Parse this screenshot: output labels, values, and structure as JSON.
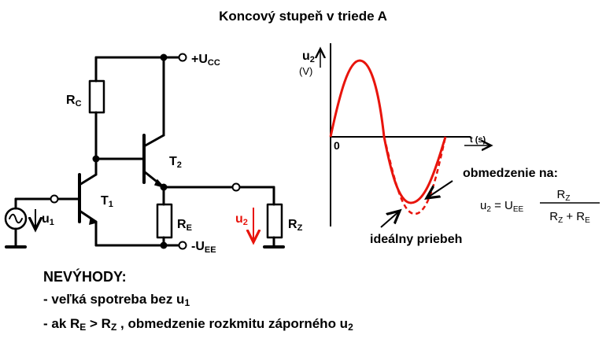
{
  "title": "Koncový stupeň v triede A",
  "circuit": {
    "vcc_label": "+U",
    "vcc_sub": "CC",
    "vee_label": "-U",
    "vee_sub": "EE",
    "rc_label": "R",
    "rc_sub": "C",
    "re_label": "R",
    "re_sub": "E",
    "rz_label": "R",
    "rz_sub": "Z",
    "t1_label": "T",
    "t1_sub": "1",
    "t2_label": "T",
    "t2_sub": "2",
    "u1_label": "u",
    "u1_sub": "1",
    "u2_label": "u",
    "u2_sub": "2"
  },
  "graph": {
    "y_label": "u",
    "y_sub": "2",
    "y_unit": "(V)",
    "origin_label": "0",
    "x_label": "t (s)",
    "limit_label": "obmedzenie na:",
    "ideal_label": "ideálny priebeh",
    "formula": {
      "lhs": "u",
      "lhs_sub": "2",
      "eq": " = U",
      "eq_sub": "EE",
      "num": "R",
      "num_sub": "Z",
      "den_a": "R",
      "den_a_sub": "Z",
      "den_plus": " + R",
      "den_b_sub": "E"
    },
    "colors": {
      "signal": "#e8140c"
    }
  },
  "notes": {
    "heading": "NEVÝHODY:",
    "item1": "- veľká spotreba bez u",
    "item1_sub": "1",
    "item2_a": "- ak R",
    "item2_a_sub": "E",
    "item2_b": " > R",
    "item2_b_sub": "Z",
    "item2_c": " , obmedzenie rozkmitu záporného u",
    "item2_c_sub": "2"
  }
}
